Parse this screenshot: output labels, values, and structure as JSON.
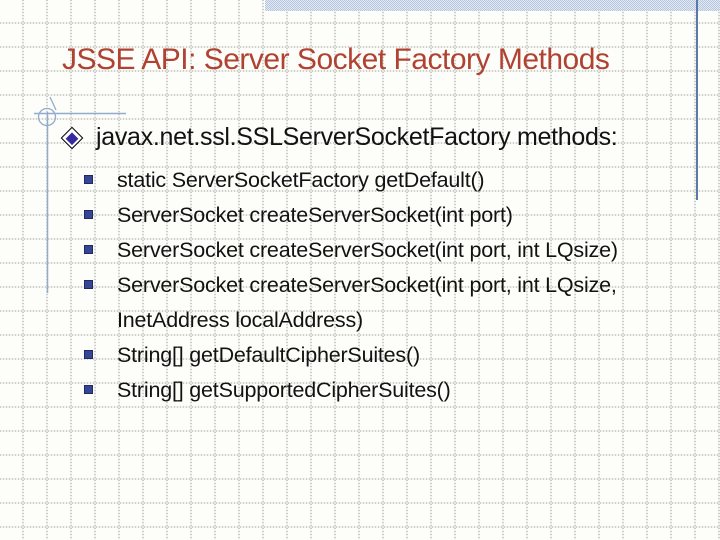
{
  "slide": {
    "title": "JSSE API: Server Socket Factory Methods",
    "bullet_heading": "javax.net.ssl.SSLServerSocketFactory methods:",
    "items": [
      "static ServerSocketFactory getDefault()",
      "ServerSocket createServerSocket(int port)",
      "ServerSocket createServerSocket(int port, int LQsize)",
      "ServerSocket createServerSocket(int port, int LQsize, InetAddress localAddress)",
      "String[] getDefaultCipherSuites()",
      "String[] getSupportedCipherSuites()"
    ]
  },
  "colors": {
    "title": "#b04232",
    "body_text": "#121212",
    "band_blue": "#b5c5de",
    "band_blue_light": "#e4eaf4",
    "accent_line_blue": "#5b79a8",
    "ornament_blue": "#93acce",
    "diamond_bullet": "#38299f",
    "square_bullet": "#374694",
    "square_bullet_border": "#202a60",
    "grid_dot": "#cfcfc9",
    "background": "#fdfdfa"
  }
}
